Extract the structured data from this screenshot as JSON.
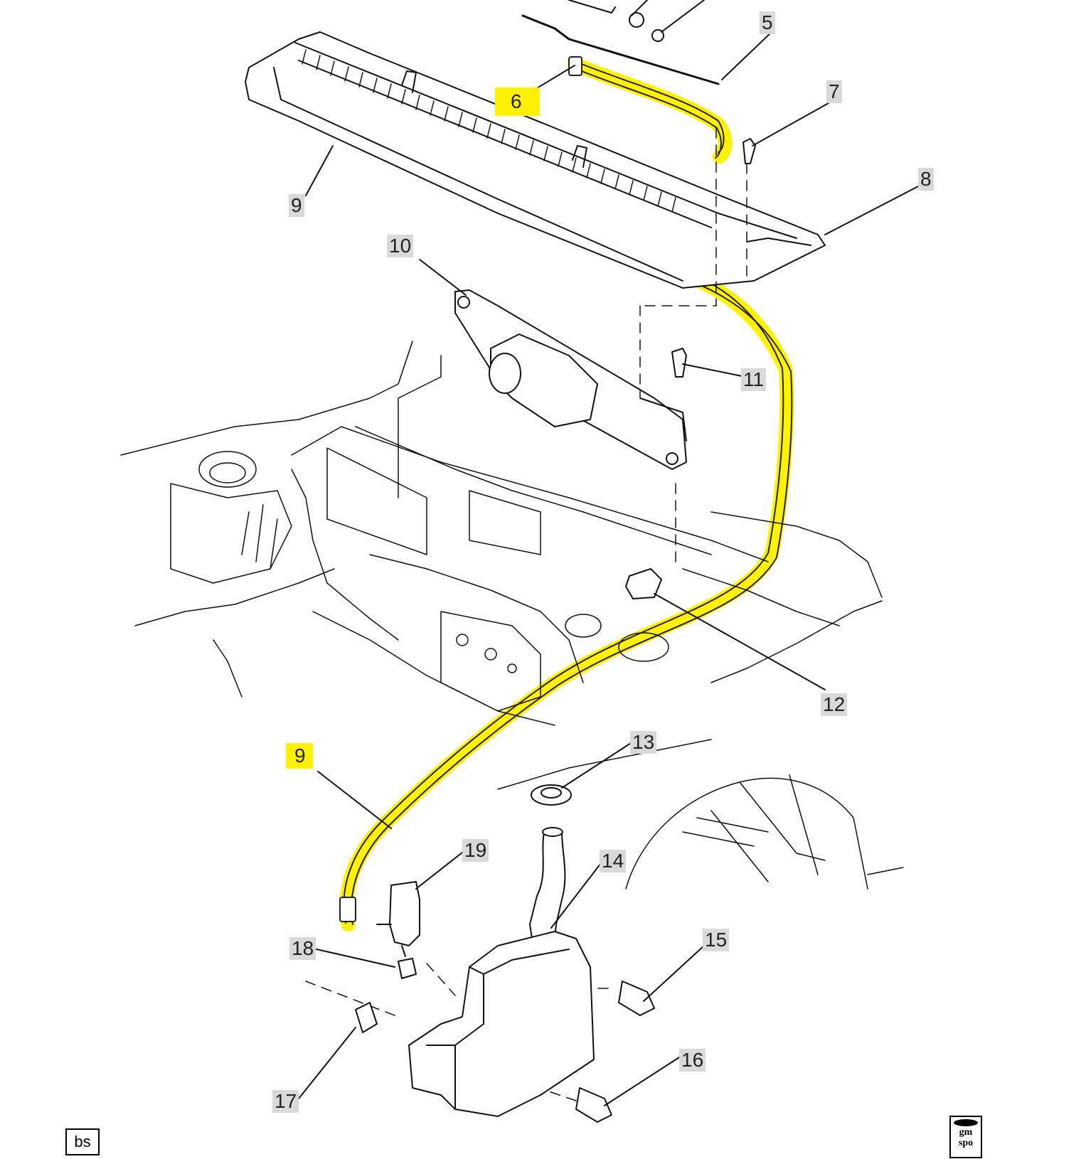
{
  "diagram": {
    "callouts": [
      {
        "id": "c5",
        "label": "5",
        "highlight": false
      },
      {
        "id": "c6",
        "label": "6",
        "highlight": true
      },
      {
        "id": "c7",
        "label": "7",
        "highlight": false
      },
      {
        "id": "c8",
        "label": "8",
        "highlight": false
      },
      {
        "id": "c9a",
        "label": "9",
        "highlight": false
      },
      {
        "id": "c10",
        "label": "10",
        "highlight": false
      },
      {
        "id": "c11",
        "label": "11",
        "highlight": false
      },
      {
        "id": "c12",
        "label": "12",
        "highlight": false
      },
      {
        "id": "c9b",
        "label": "9",
        "highlight": true
      },
      {
        "id": "c13",
        "label": "13",
        "highlight": false
      },
      {
        "id": "c19",
        "label": "19",
        "highlight": false
      },
      {
        "id": "c14",
        "label": "14",
        "highlight": false
      },
      {
        "id": "c18",
        "label": "18",
        "highlight": false
      },
      {
        "id": "c15",
        "label": "15",
        "highlight": false
      },
      {
        "id": "c16",
        "label": "16",
        "highlight": false
      },
      {
        "id": "c17",
        "label": "17",
        "highlight": false
      }
    ],
    "highlight_color": "#fff200",
    "badge_left": "bs",
    "badge_right_line1": "gm",
    "badge_right_line2": "spo"
  }
}
